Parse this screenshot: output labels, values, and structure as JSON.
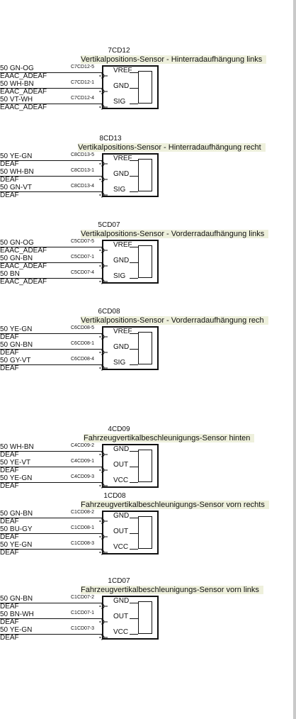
{
  "sensors": [
    {
      "id": "7CD12",
      "title": "Vertikalpositions-Sensor - Hinterradaufhängung links",
      "wires": [
        {
          "spec": "50   GN-OG",
          "harness": "EAAC_ADEAF",
          "terminal": "C7CD12-5",
          "pin": "VREF"
        },
        {
          "spec": "50   WH-BN",
          "harness": "EAAC_ADEAF",
          "terminal": "C7CD12-1",
          "pin": "GND"
        },
        {
          "spec": "50   VT-WH",
          "harness": "EAAC_ADEAF",
          "terminal": "C7CD12-4",
          "pin": "SIG"
        }
      ]
    },
    {
      "id": "8CD13",
      "title": "Vertikalpositions-Sensor - Hinterradaufhängung recht",
      "wires": [
        {
          "spec": "50   YE-GN",
          "harness": "DEAF",
          "terminal": "C8CD13-5",
          "pin": "VREF"
        },
        {
          "spec": "50   WH-BN",
          "harness": "DEAF",
          "terminal": "C8CD13-1",
          "pin": "GND"
        },
        {
          "spec": "50   GN-VT",
          "harness": "DEAF",
          "terminal": "C8CD13-4",
          "pin": "SIG"
        }
      ]
    },
    {
      "id": "5CD07",
      "title": "Vertikalpositions-Sensor - Vorderradaufhängung links",
      "wires": [
        {
          "spec": "50   GN-OG",
          "harness": "EAAC_ADEAF",
          "terminal": "C5CD07-5",
          "pin": "VREF"
        },
        {
          "spec": "50   GN-BN",
          "harness": "EAAC_ADEAF",
          "terminal": "C5CD07-1",
          "pin": "GND"
        },
        {
          "spec": "50   BN",
          "harness": "EAAC_ADEAF",
          "terminal": "C5CD07-4",
          "pin": "SIG"
        }
      ]
    },
    {
      "id": "6CD08",
      "title": "Vertikalpositions-Sensor - Vorderradaufhängung rech",
      "wires": [
        {
          "spec": "50   YE-GN",
          "harness": "DEAF",
          "terminal": "C6CD08-5",
          "pin": "VREF"
        },
        {
          "spec": "50   GN-BN",
          "harness": "DEAF",
          "terminal": "C6CD08-1",
          "pin": "GND"
        },
        {
          "spec": "50   GY-VT",
          "harness": "DEAF",
          "terminal": "C6CD08-4",
          "pin": "SIG"
        }
      ]
    },
    {
      "id": "4CD09",
      "title": "Fahrzeugvertikalbeschleunigungs-Sensor hinten",
      "wires": [
        {
          "spec": "50   WH-BN",
          "harness": "DEAF",
          "terminal": "C4CD09-2",
          "pin": "GND"
        },
        {
          "spec": "50   YE-VT",
          "harness": "DEAF",
          "terminal": "C4CD09-1",
          "pin": "OUT"
        },
        {
          "spec": "50   YE-GN",
          "harness": "DEAF",
          "terminal": "C4CD09-3",
          "pin": "VCC"
        }
      ]
    },
    {
      "id": "1CD08",
      "title": "Fahrzeugvertikalbeschleunigungs-Sensor vorn rechts",
      "wires": [
        {
          "spec": "50   GN-BN",
          "harness": "DEAF",
          "terminal": "C1CD08-2",
          "pin": "GND"
        },
        {
          "spec": "50   BU-GY",
          "harness": "DEAF",
          "terminal": "C1CD08-1",
          "pin": "OUT"
        },
        {
          "spec": "50   YE-GN",
          "harness": "DEAF",
          "terminal": "C1CD08-3",
          "pin": "VCC"
        }
      ]
    },
    {
      "id": "1CD07",
      "title": "Fahrzeugvertikalbeschleunigungs-Sensor vorn links",
      "wires": [
        {
          "spec": "50   GN-BN",
          "harness": "DEAF",
          "terminal": "C1CD07-2",
          "pin": "GND"
        },
        {
          "spec": "50   BN-WH",
          "harness": "DEAF",
          "terminal": "C1CD07-1",
          "pin": "OUT"
        },
        {
          "spec": "50   YE-GN",
          "harness": "DEAF",
          "terminal": "C1CD07-3",
          "pin": "VCC"
        }
      ]
    }
  ]
}
